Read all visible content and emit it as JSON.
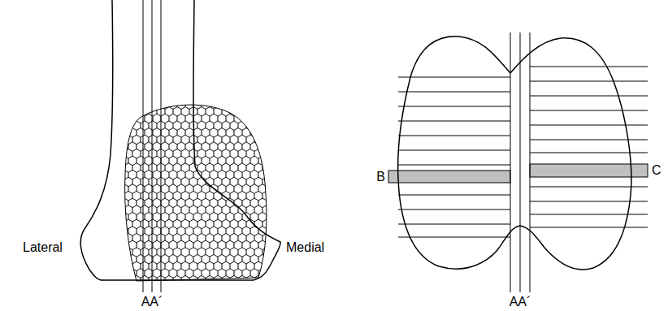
{
  "diagram": {
    "labels": [
      "Lateral",
      "Medial",
      "AA´",
      "AA´",
      "B",
      "C"
    ]
  }
}
